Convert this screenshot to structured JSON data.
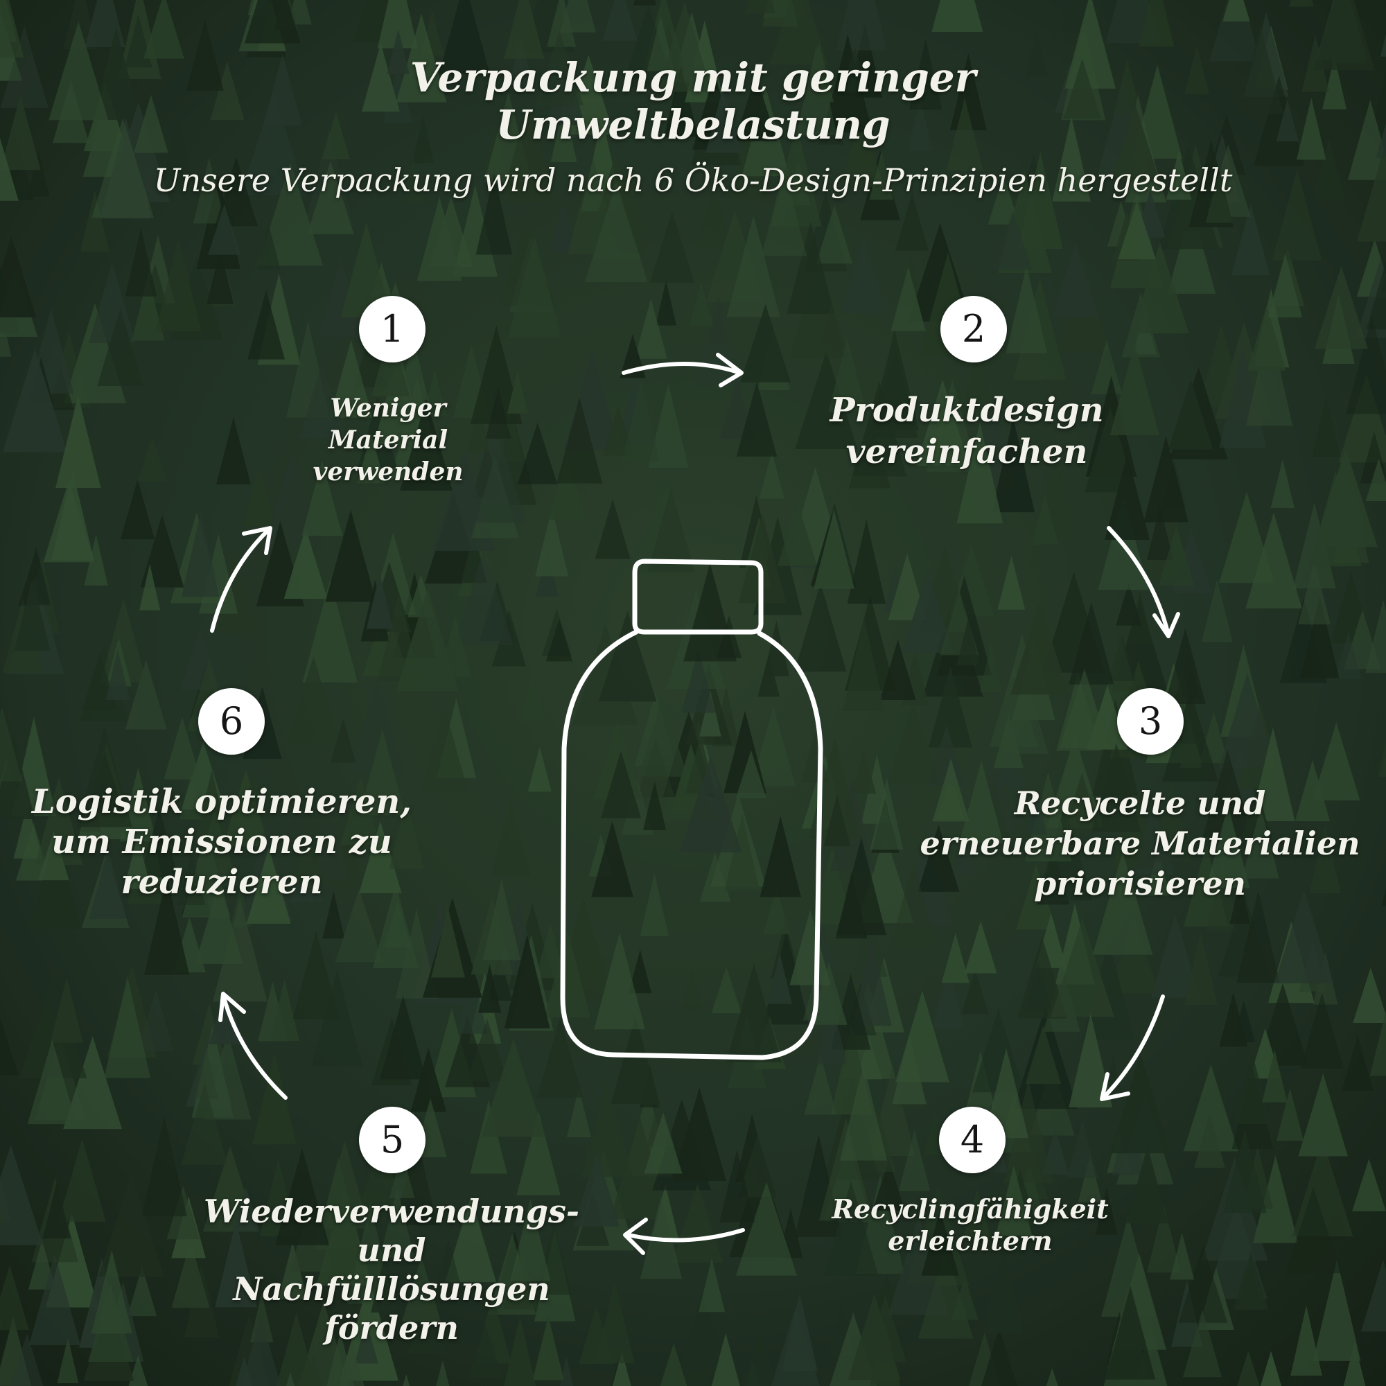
{
  "header": {
    "title_line1": "Verpackung mit geringer",
    "title_line2": "Umweltbelastung",
    "subtitle": "Unsere Verpackung wird nach 6 Öko-Design-Prinzipien hergestellt"
  },
  "principles": [
    {
      "number": "1",
      "label_lines": [
        "Weniger",
        "Material",
        "verwenden"
      ]
    },
    {
      "number": "2",
      "label_lines": [
        "Produktdesign",
        "vereinfachen"
      ]
    },
    {
      "number": "3",
      "label_lines": [
        "Recycelte und",
        "erneuerbare Materialien",
        "priorisieren"
      ]
    },
    {
      "number": "4",
      "label_lines": [
        "Recyclingfähigkeit",
        "erleichtern"
      ]
    },
    {
      "number": "5",
      "label_lines": [
        "Wiederverwendungs-",
        "und",
        "Nachfülllösungen",
        "fördern"
      ]
    },
    {
      "number": "6",
      "label_lines": [
        "Logistik optimieren,",
        "um Emissionen zu",
        "reduzieren"
      ]
    }
  ],
  "center_graphic": "bottle-outline-icon",
  "background": "forest-canopy-photo",
  "colors": {
    "text": "#f2f2ea",
    "badge_fill": "#ffffff",
    "badge_text": "#151515",
    "forest_dark": "#1c2a1c",
    "forest_mid": "#2f4630"
  }
}
